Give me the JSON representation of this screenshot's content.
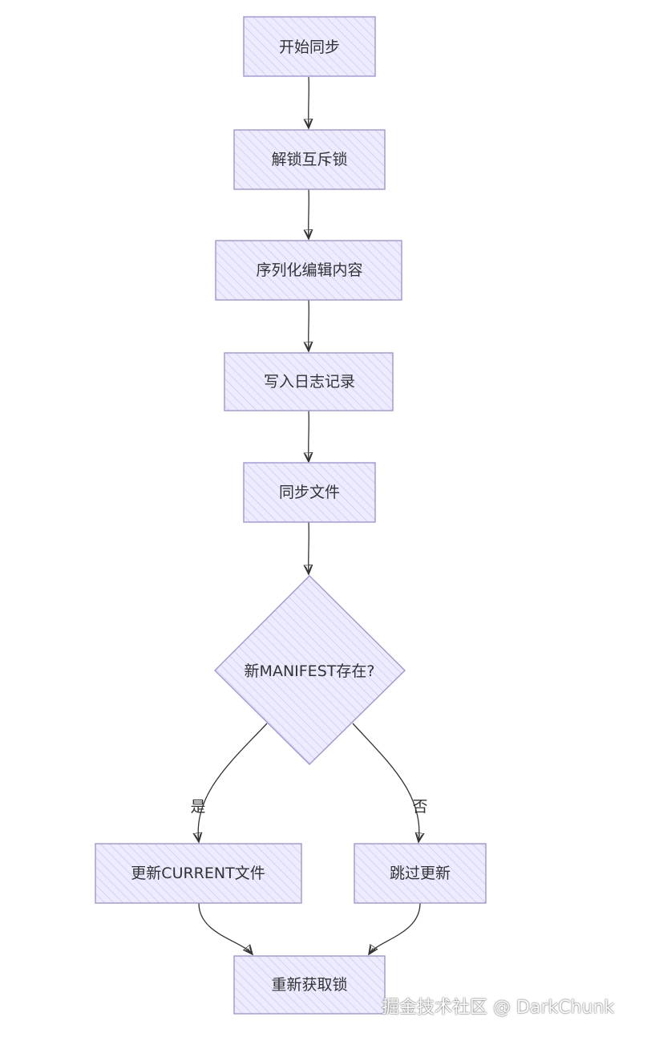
{
  "colors": {
    "node_fill": "#ececfe",
    "node_stroke": "#9f95dd",
    "hatch": "#c9c2f1",
    "edge": "#333333"
  },
  "flow": {
    "nodes": {
      "start": "开始同步",
      "unlock": "解锁互斥锁",
      "serialize": "序列化编辑内容",
      "write_log": "写入日志记录",
      "sync_file": "同步文件",
      "decision": "新MANIFEST存在?",
      "update_current": "更新CURRENT文件",
      "skip_update": "跳过更新",
      "reacquire": "重新获取锁"
    },
    "edges": {
      "yes": "是",
      "no": "否"
    }
  },
  "watermark": "掘金技术社区 @ DarkChunk"
}
